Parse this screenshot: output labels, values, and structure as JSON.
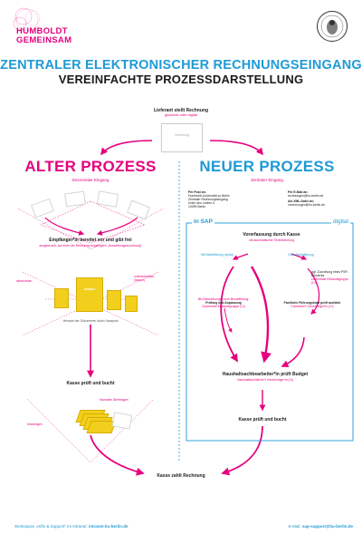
{
  "header": {
    "logo_text": "HUMBOLDT\nGEMEINSAM",
    "seal_text": "HUMBOLDT-UNIVERSITÄT ZU BERLIN"
  },
  "title": {
    "line1": "ZENTRALER ELEKTRONISCHER RECHNUNGSEINGANG",
    "line2": "VEREINFACHTE PROZESSDARSTELLUNG"
  },
  "top": {
    "supplier": "Lieferant stellt Rechnung",
    "supplier_sub": "gedruckt oder digital",
    "invoice_doc": "Rechnung"
  },
  "old": {
    "heading": "ALTER PROZESS",
    "subheading": "Dezentraler Eingang",
    "step1": "Empfänger*in bereitet vor und gibt frei",
    "step1_sub": "ausgedruckt, auf einer der Rechnung beigefügten „Auszahlungsanordnung\"",
    "label_left": "abzeichnen",
    "label_right": "unterschreiben (lassen)",
    "label_bottom": "Versand der Dokumente durch Hauspost",
    "doc_label": "AnwAO",
    "step2": "Kasse prüft und bucht",
    "label_mid": "Manuelle Übertragen",
    "label_low": "hinzufügen"
  },
  "new": {
    "heading": "NEUER PROZESS",
    "subheading": "Zentraler Eingang",
    "post_head": "Per Post an:",
    "post_lines": [
      "Humboldt-Universität zu Berlin",
      "Zentraler Rechnungseingang",
      "Unter den Linden 6",
      "10099 Berlin"
    ],
    "email_head": "Per E-Mail an:",
    "email_line": "rechnungen@hu-berlin.de",
    "xml_head": "Als XML-Datei an:",
    "xml_line": "xrechnungen@hu-berlin.de",
    "sap_left": "in SAP",
    "sap_right": "digital",
    "check": "Vorerfassung durch Kasse",
    "check_sub": "mit automatischer Texterkennung",
    "with_order": "Mit Bestellbezug (Ariba)",
    "without_order": "Ohne Bestellbezug",
    "deviations": "Bei Abweichungen zum Bestellbezug:",
    "deviations_b": "Prüfung und Anpassung",
    "deviations_c": "Dezentrale Einkaufsgruppe (Ci)",
    "assign": "ggf. Zuordnung eines PSP-Elements",
    "assign_sub": "Dezentrale Einkaufsgruppe (Ci)",
    "factual": "Fachliche Führungskraft prüft sachlich",
    "factual_sub": "Fachliche*r Genehmiger*in (Ci)",
    "budget": "Haushaltsachbearbeiter*in prüft Budget",
    "budget_sub": "Haushaltsrechtliche*r Genehmiger*in (Ci)",
    "final": "Kasse prüft und bucht"
  },
  "bottom": {
    "pays": "Kasse zahlt Rechnung"
  },
  "footer": {
    "left_prefix": "Workspace „Hilfe & Support\" im Intranet: ",
    "left_link": "intranet.hu-berlin.de",
    "right_prefix": "E-Mail: ",
    "right_link": "sap-support@hu-berlin.de"
  },
  "colors": {
    "pink": "#e6007e",
    "blue": "#1e9ad6",
    "yellow": "#f2cf1c",
    "text": "#1a1a1a"
  }
}
